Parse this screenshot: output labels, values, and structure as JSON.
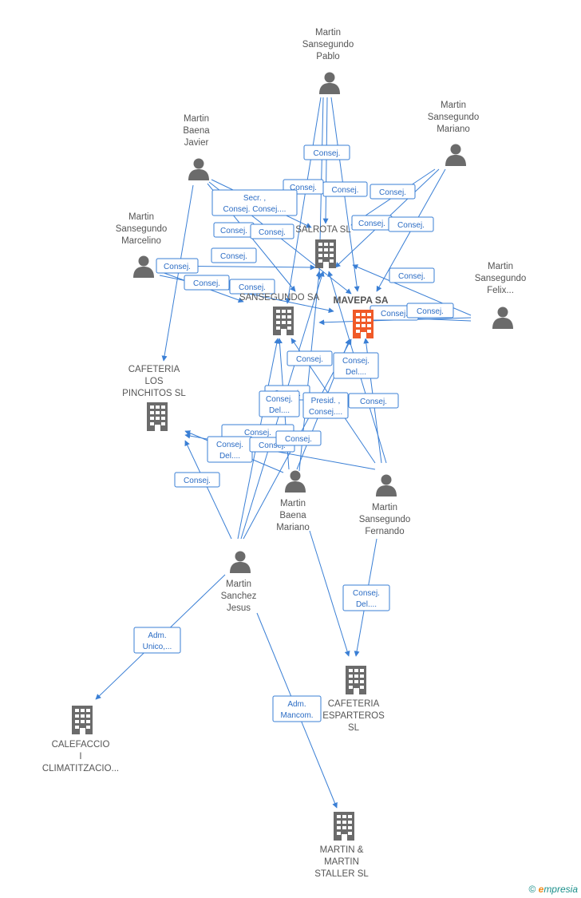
{
  "colors": {
    "edge": "#3a7fd5",
    "node_gray": "#6b6b6b",
    "node_main": "#f05a28",
    "label": "#555555"
  },
  "nodes": [
    {
      "id": "pablo",
      "type": "person",
      "lines": [
        "Martin",
        "Sansegundo",
        "Pablo"
      ]
    },
    {
      "id": "mariano_s",
      "type": "person",
      "lines": [
        "Martin",
        "Sansegundo",
        "Mariano"
      ]
    },
    {
      "id": "javier",
      "type": "person",
      "lines": [
        "Martin",
        "Baena",
        "Javier"
      ]
    },
    {
      "id": "marcelino",
      "type": "person",
      "lines": [
        "Martin",
        "Sansegundo",
        "Marcelino"
      ]
    },
    {
      "id": "felix",
      "type": "person",
      "lines": [
        "Martin",
        "Sansegundo",
        "Felix..."
      ]
    },
    {
      "id": "salrota",
      "type": "company",
      "lines": [
        "SALROTA SL"
      ]
    },
    {
      "id": "mavepa",
      "type": "company_main",
      "lines": [
        "MAVEPA SA"
      ]
    },
    {
      "id": "sansegundo_sa",
      "type": "company",
      "lines": [
        "SANSEGUNDO SA"
      ]
    },
    {
      "id": "cafeteria_pinchitos",
      "type": "company",
      "lines": [
        "CAFETERIA",
        "LOS",
        "PINCHITOS SL"
      ]
    },
    {
      "id": "baena_mariano",
      "type": "person",
      "lines": [
        "Martin",
        "Baena",
        "Mariano"
      ]
    },
    {
      "id": "fernando",
      "type": "person",
      "lines": [
        "Martin",
        "Sansegundo",
        "Fernando"
      ]
    },
    {
      "id": "jesus",
      "type": "person",
      "lines": [
        "Martin",
        "Sanchez",
        "Jesus"
      ]
    },
    {
      "id": "cafeteria_esparteros",
      "type": "company",
      "lines": [
        "CAFETERIA",
        "ESPARTEROS",
        "SL"
      ]
    },
    {
      "id": "calefaccio",
      "type": "company",
      "lines": [
        "CALEFACCIO",
        "I",
        "CLIMATITZACIO..."
      ]
    },
    {
      "id": "staller",
      "type": "company",
      "lines": [
        "MARTIN &",
        "MARTIN",
        "STALLER SL"
      ]
    }
  ],
  "roles": [
    {
      "lines": [
        "Consej."
      ]
    },
    {
      "lines": [
        "Consej."
      ]
    },
    {
      "lines": [
        "Consej."
      ]
    },
    {
      "lines": [
        "Consej."
      ]
    },
    {
      "lines": [
        "Secr. ,",
        "Consej. Consej...."
      ]
    },
    {
      "lines": [
        "Consej."
      ]
    },
    {
      "lines": [
        "Consej."
      ]
    },
    {
      "lines": [
        "Consej."
      ]
    },
    {
      "lines": [
        "Consej."
      ]
    },
    {
      "lines": [
        "Consej."
      ]
    },
    {
      "lines": [
        "Consej."
      ]
    },
    {
      "lines": [
        "Consej."
      ]
    },
    {
      "lines": [
        "Consej."
      ]
    },
    {
      "lines": [
        "Consej."
      ]
    },
    {
      "lines": [
        "Consej."
      ]
    },
    {
      "lines": [
        "Consej."
      ]
    },
    {
      "lines": [
        "Consej."
      ]
    },
    {
      "lines": [
        "Consej.",
        "Del...."
      ]
    },
    {
      "lines": [
        "Consej."
      ]
    },
    {
      "lines": [
        "Consej.",
        "Del...."
      ]
    },
    {
      "lines": [
        "Presid. ,",
        "Consej...."
      ]
    },
    {
      "lines": [
        "Consej."
      ]
    },
    {
      "lines": [
        "Consej.",
        "Del...."
      ]
    },
    {
      "lines": [
        "Consej.",
        "Del...."
      ]
    },
    {
      "lines": [
        "Consej."
      ]
    },
    {
      "lines": [
        "Consej."
      ]
    },
    {
      "lines": [
        "Consej."
      ]
    },
    {
      "lines": [
        "Consej.",
        "Del...."
      ]
    },
    {
      "lines": [
        "Adm.",
        "Unico,..."
      ]
    },
    {
      "lines": [
        "Adm.",
        "Mancom."
      ]
    }
  ],
  "footer": {
    "copyright": "©",
    "brand_e": "e",
    "brand_rest": "mpresia"
  }
}
